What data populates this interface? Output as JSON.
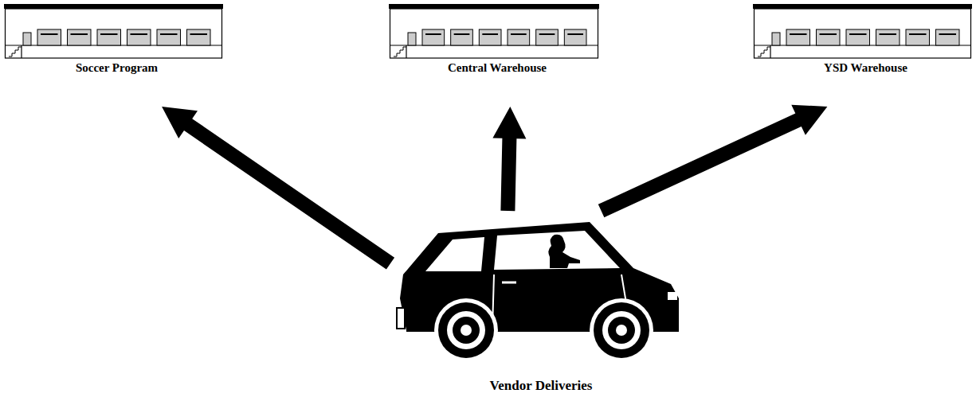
{
  "diagram": {
    "nodes": [
      {
        "text": [
          "Soccer Program"
        ]
      },
      {
        "text": [
          "Central Warehouse"
        ]
      },
      {
        "text": [
          "YSD Warehouse"
        ]
      },
      {
        "text": [
          "Vendor Deliveries"
        ]
      }
    ],
    "edges": [
      {
        "from": 3,
        "to": 0,
        "arrow": "to"
      },
      {
        "from": 3,
        "to": 1,
        "arrow": "to"
      },
      {
        "from": 3,
        "to": 2,
        "arrow": "to"
      }
    ]
  }
}
